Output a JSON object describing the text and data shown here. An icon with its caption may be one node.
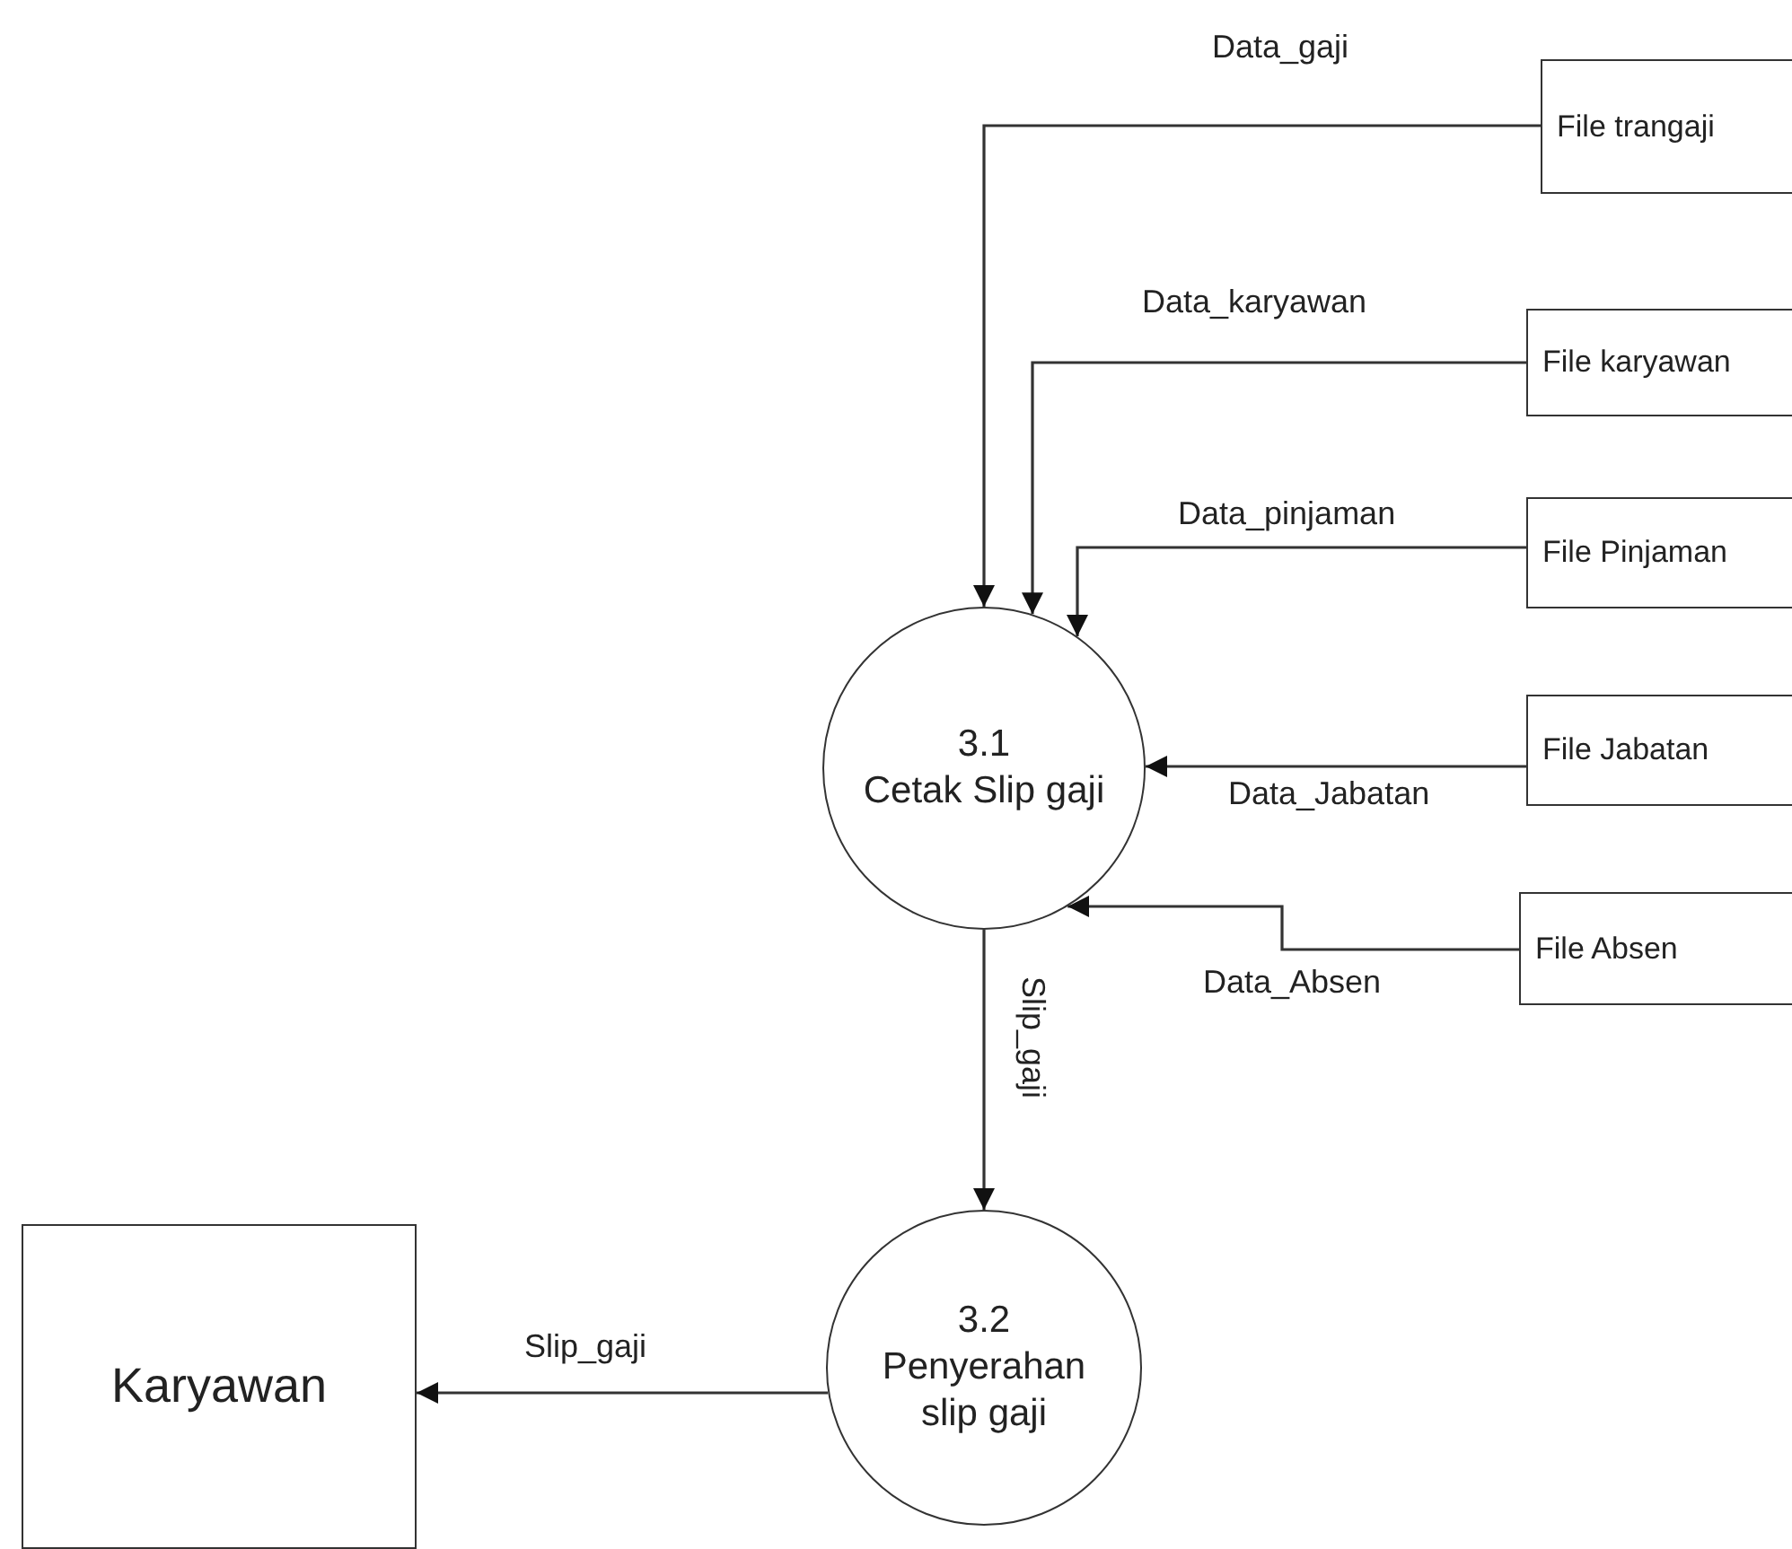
{
  "diagram": {
    "nodes": [
      {
        "text": [
          "3.1",
          "Cetak Slip gaji"
        ]
      },
      {
        "text": [
          "3.2",
          "Penyerahan slip gaji"
        ]
      },
      {
        "text": [
          "Karyawan"
        ]
      },
      {
        "text": [
          "File trangaji"
        ]
      },
      {
        "text": [
          "File karyawan"
        ]
      },
      {
        "text": [
          "File Pinjaman"
        ]
      },
      {
        "text": [
          "File Jabatan"
        ]
      },
      {
        "text": [
          "File Absen"
        ]
      }
    ],
    "edges": [
      {
        "from": 3,
        "to": 0,
        "arrow": "to",
        "label": "Data_gaji"
      },
      {
        "from": 4,
        "to": 0,
        "arrow": "to",
        "label": "Data_karyawan"
      },
      {
        "from": 5,
        "to": 0,
        "arrow": "to",
        "label": "Data_pinjaman"
      },
      {
        "from": 6,
        "to": 0,
        "arrow": "to",
        "label": "Data_Jabatan"
      },
      {
        "from": 7,
        "to": 0,
        "arrow": "to",
        "label": "Data_Absen"
      },
      {
        "from": 0,
        "to": 1,
        "arrow": "to",
        "label": "Slip_gaji"
      },
      {
        "from": 1,
        "to": 2,
        "arrow": "to",
        "label": "Slip_gaji"
      }
    ]
  }
}
